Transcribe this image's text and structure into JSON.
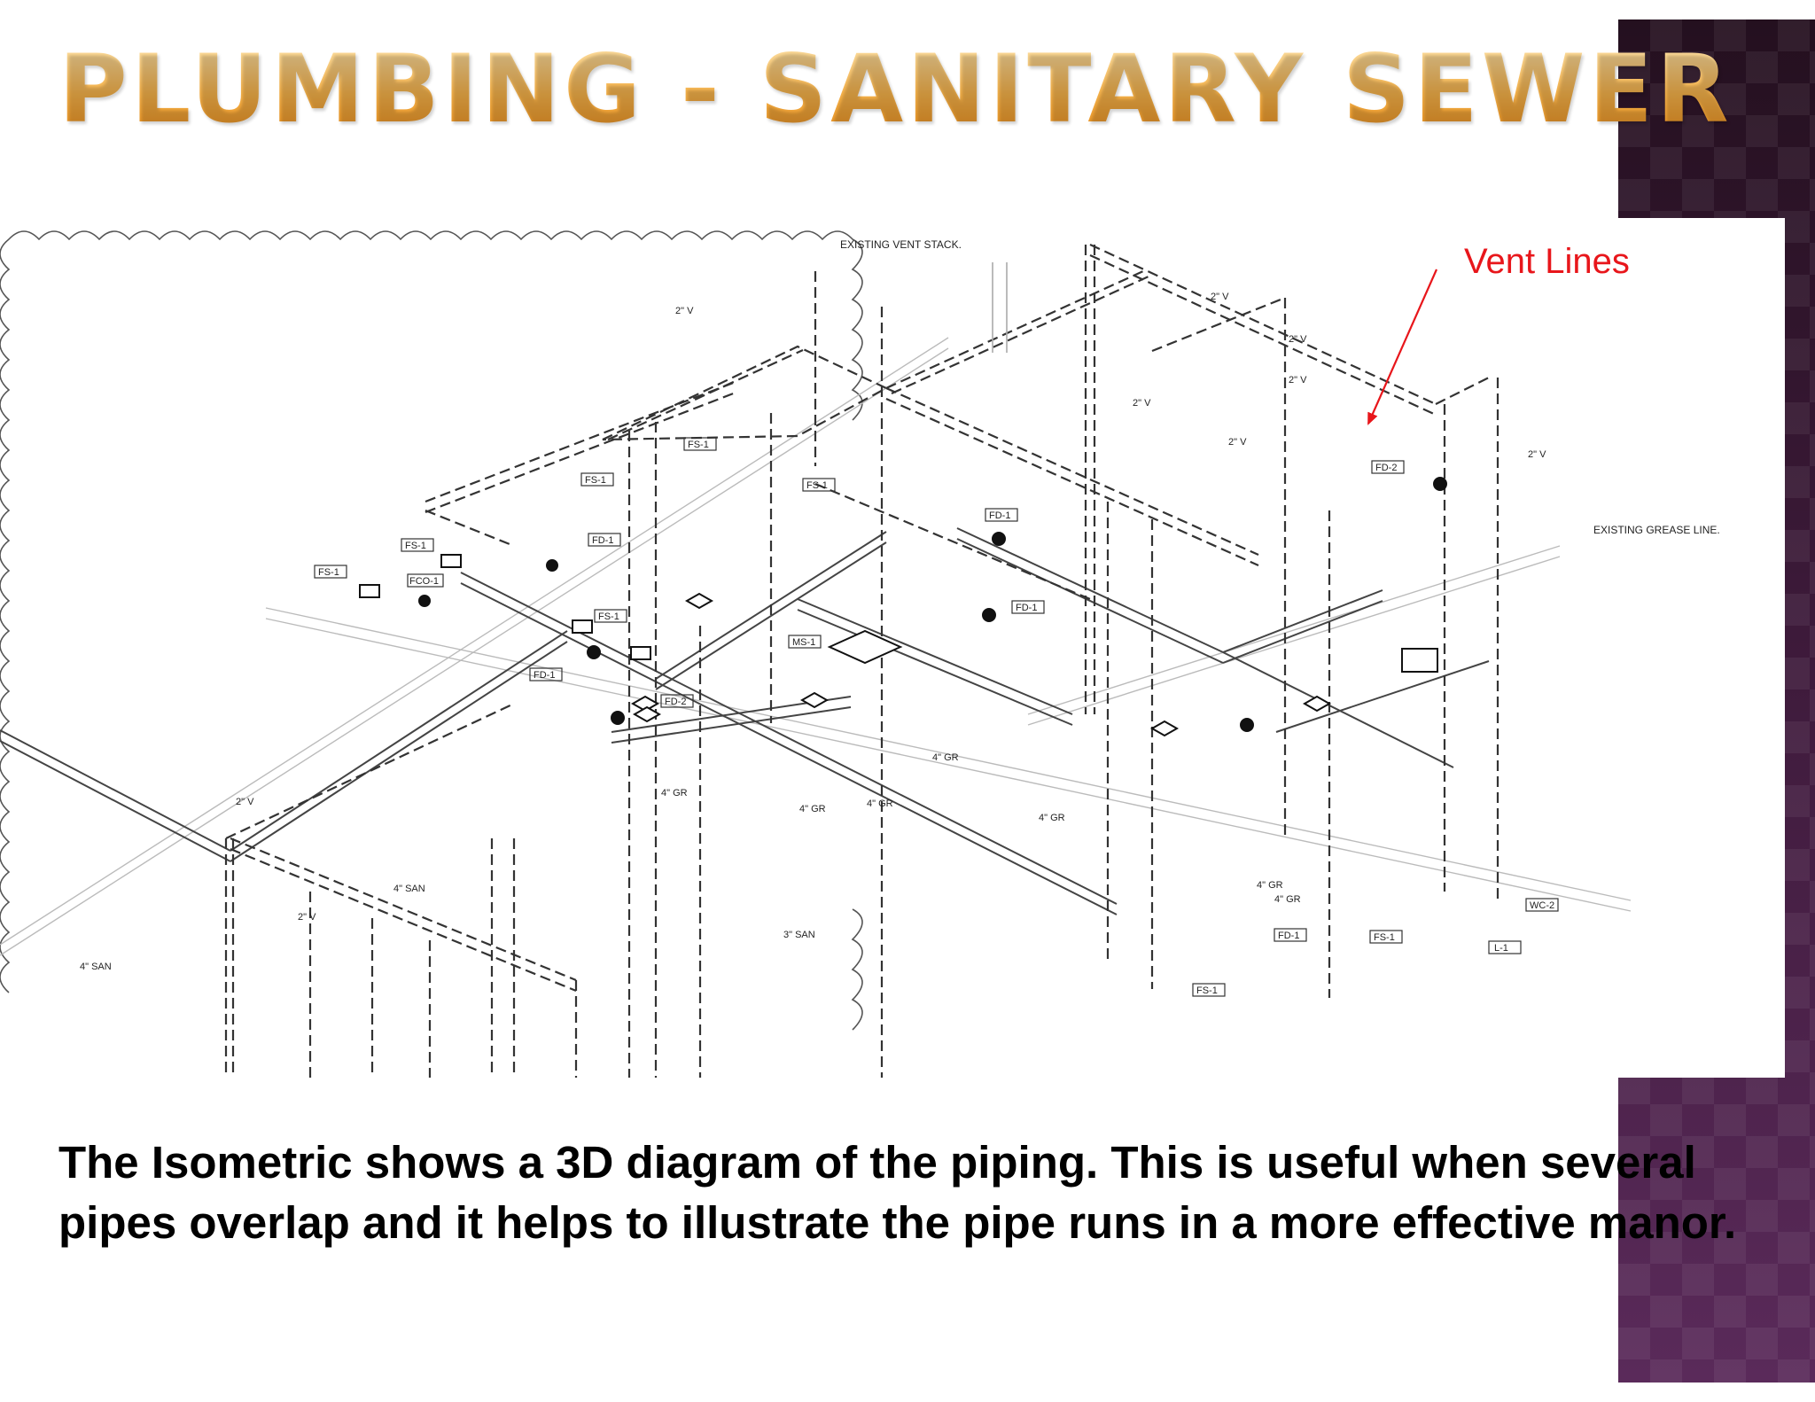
{
  "title": "PLUMBING - SANITARY SEWER",
  "annotation": {
    "text": "Vent Lines",
    "color": "#e8161b"
  },
  "caption": "The Isometric shows a 3D diagram of the piping.  This is useful when several pipes overlap and it helps to illustrate the pipe runs in a more effective manor.",
  "colors": {
    "title_gradient": [
      "#fde2a8",
      "#f6b24a",
      "#e98e1c"
    ],
    "side_band": "#3a1838"
  },
  "drawing": {
    "callouts": {
      "existing_vent_stack": "EXISTING VENT STACK.",
      "existing_grease_line": "EXISTING GREASE LINE.",
      "v2_a": "2\" V",
      "v2_b": "2\" V",
      "v2_c": "2\" V",
      "v2_d": "2\" V",
      "v2_e": "2\" V",
      "v2_f": "2\" V",
      "v2_g": "2\" V",
      "v2_h": "2\" V",
      "v2_i": "2\" V",
      "gr4_a": "4\" GR",
      "gr4_b": "4\" GR",
      "gr4_c": "4\" GR",
      "gr4_d": "4\" GR",
      "gr4_e": "4\" GR",
      "gr4_f": "4\" GR",
      "gr4_g": "4\" GR",
      "san4_a": "4\" SAN",
      "san4_b": "4\" SAN",
      "san3": "3\" SAN"
    },
    "tags": {
      "fs1_a": "FS-1",
      "fs1_b": "FS-1",
      "fs1_c": "FS-1",
      "fs1_d": "FS-1",
      "fs1_e": "FS-1",
      "fs1_f": "FS-1",
      "fs1_g": "FS-1",
      "fs1_h": "FS-1",
      "fd1_a": "FD-1",
      "fd1_b": "FD-1",
      "fd1_c": "FD-1",
      "fd1_d": "FD-1",
      "fd1_e": "FD-1",
      "fd2_a": "FD-2",
      "fd2_b": "FD-2",
      "fco1": "FCO-1",
      "ms1": "MS-1",
      "wc2": "WC-2",
      "l1": "L-1"
    }
  }
}
